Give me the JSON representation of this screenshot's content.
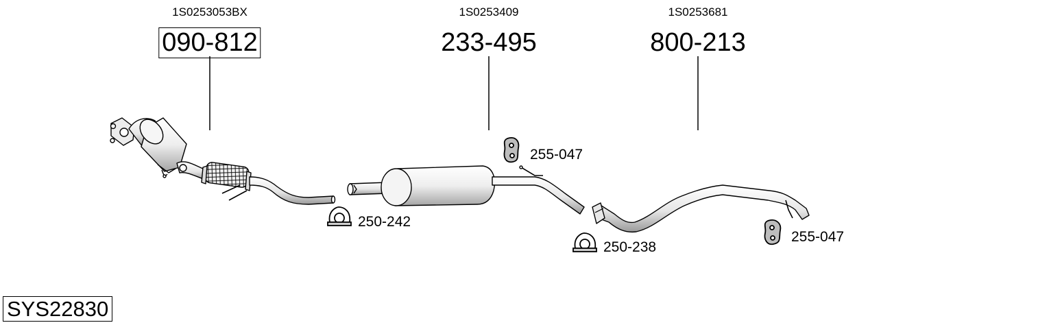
{
  "parts": [
    {
      "oem": "1S0253053BX",
      "number": "090-812",
      "boxed": true,
      "name": "catalytic-converter"
    },
    {
      "oem": "1S0253409",
      "number": "233-495",
      "boxed": false,
      "name": "center-silencer"
    },
    {
      "oem": "1S0253681",
      "number": "800-213",
      "boxed": false,
      "name": "rear-pipe"
    }
  ],
  "accessories": [
    {
      "number": "255-047",
      "type": "rubber-mount",
      "name": "mount-center"
    },
    {
      "number": "250-242",
      "type": "clamp",
      "name": "clamp-front"
    },
    {
      "number": "250-238",
      "type": "clamp",
      "name": "clamp-rear"
    },
    {
      "number": "255-047",
      "type": "rubber-mount",
      "name": "mount-rear"
    }
  ],
  "system": {
    "code": "SYS22830"
  },
  "colors": {
    "line": "#000000",
    "part_fill": "#f2f2f2",
    "part_shade": "#b5b5b5"
  }
}
